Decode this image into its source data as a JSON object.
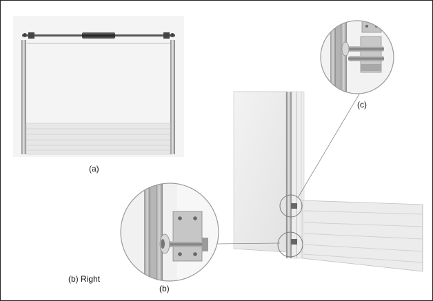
{
  "figure": {
    "labels": {
      "a": "(a)",
      "b": "(b)",
      "c": "(c)",
      "b_right": "(b) Right"
    }
  },
  "icons": {
    "door_overview": "garage-door-overview-icon",
    "detail_b": "lower-hinge-detail-icon",
    "detail_c": "upper-hinge-detail-icon"
  }
}
